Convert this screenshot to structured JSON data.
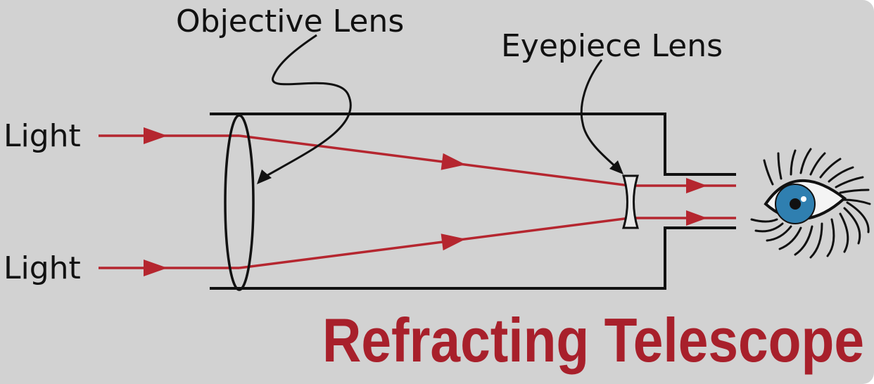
{
  "labels": {
    "objective": "Objective Lens",
    "eyepiece": "Eyepiece Lens",
    "light_top": "Light",
    "light_bottom": "Light"
  },
  "title": "Refracting Telescope",
  "colors": {
    "background": "#d2d2d2",
    "ray": "#b5262f",
    "tube": "#111111",
    "title": "#a8202b",
    "iris": "#2f7fb0"
  },
  "icons": {
    "eye": "eye-icon",
    "lens_objective": "convex-lens-icon",
    "lens_eyepiece": "concave-lens-icon"
  }
}
